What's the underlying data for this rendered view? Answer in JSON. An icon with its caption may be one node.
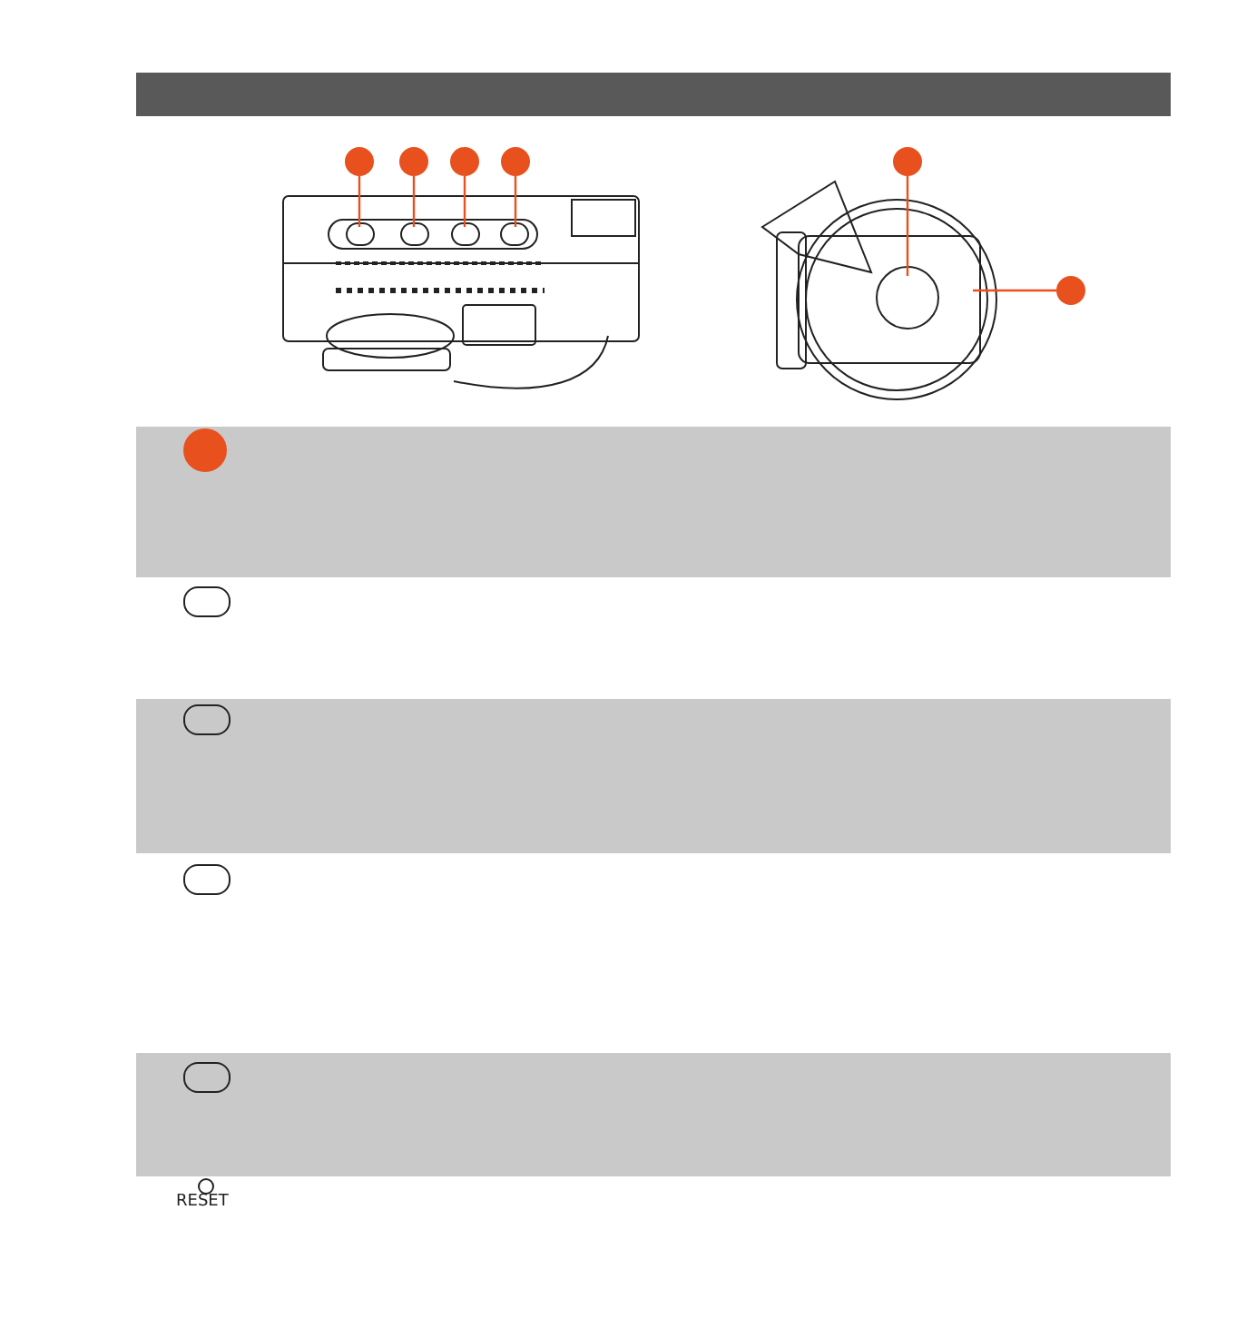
{
  "diagram": {
    "nodes": [
      {
        "text": [],
        "shape": "circle"
      },
      {
        "text": [],
        "shape": "circle"
      },
      {
        "text": [],
        "shape": "circle"
      },
      {
        "text": [],
        "shape": "circle"
      },
      {
        "text": [],
        "shape": "circle"
      },
      {
        "text": [],
        "shape": "circle"
      }
    ],
    "edges": [
      {
        "from": 0,
        "to": null,
        "arrow": "none"
      },
      {
        "from": 1,
        "to": null,
        "arrow": "none"
      },
      {
        "from": 2,
        "to": null,
        "arrow": "none"
      },
      {
        "from": 3,
        "to": null,
        "arrow": "none"
      },
      {
        "from": 4,
        "to": null,
        "arrow": "none"
      },
      {
        "from": 5,
        "to": null,
        "arrow": "none"
      }
    ],
    "labels": [
      "RESET"
    ]
  }
}
